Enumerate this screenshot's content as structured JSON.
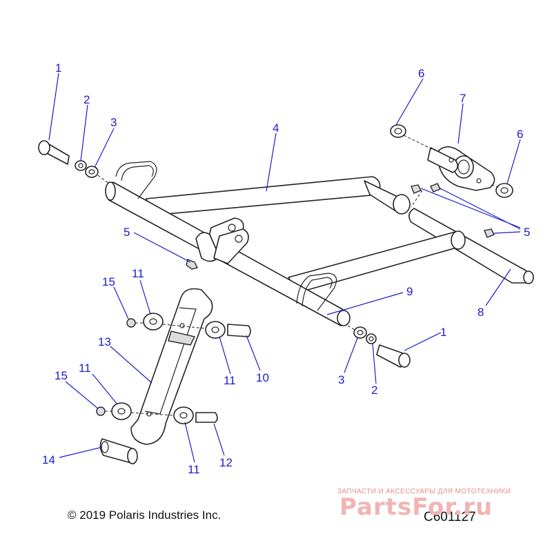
{
  "colors": {
    "callout": "#1a1acc",
    "line": "#222222",
    "watermark": "#e88a8a"
  },
  "callouts": {
    "c1_top": "1",
    "c2_top": "2",
    "c3_top": "3",
    "c4": "4",
    "c5_left": "5",
    "c5_right": "5",
    "c6_top": "6",
    "c6_right": "6",
    "c7": "7",
    "c8": "8",
    "c9": "9",
    "c1_bottom": "1",
    "c2_bottom": "2",
    "c3_bottom": "3",
    "c10": "10",
    "c11_a": "11",
    "c11_b": "11",
    "c11_c": "11",
    "c11_d": "11",
    "c12": "12",
    "c13": "13",
    "c14": "14",
    "c15_a": "15",
    "c15_b": "15"
  },
  "footer": {
    "copyright": "© 2019 Polaris Industries Inc.",
    "code": "C601127"
  },
  "watermark": {
    "tagline": "ЗАПЧАСТИ И АКСЕССУАРЫ ДЛЯ МОТОТЕХНИКИ",
    "logo": "PartsFor.ru"
  }
}
